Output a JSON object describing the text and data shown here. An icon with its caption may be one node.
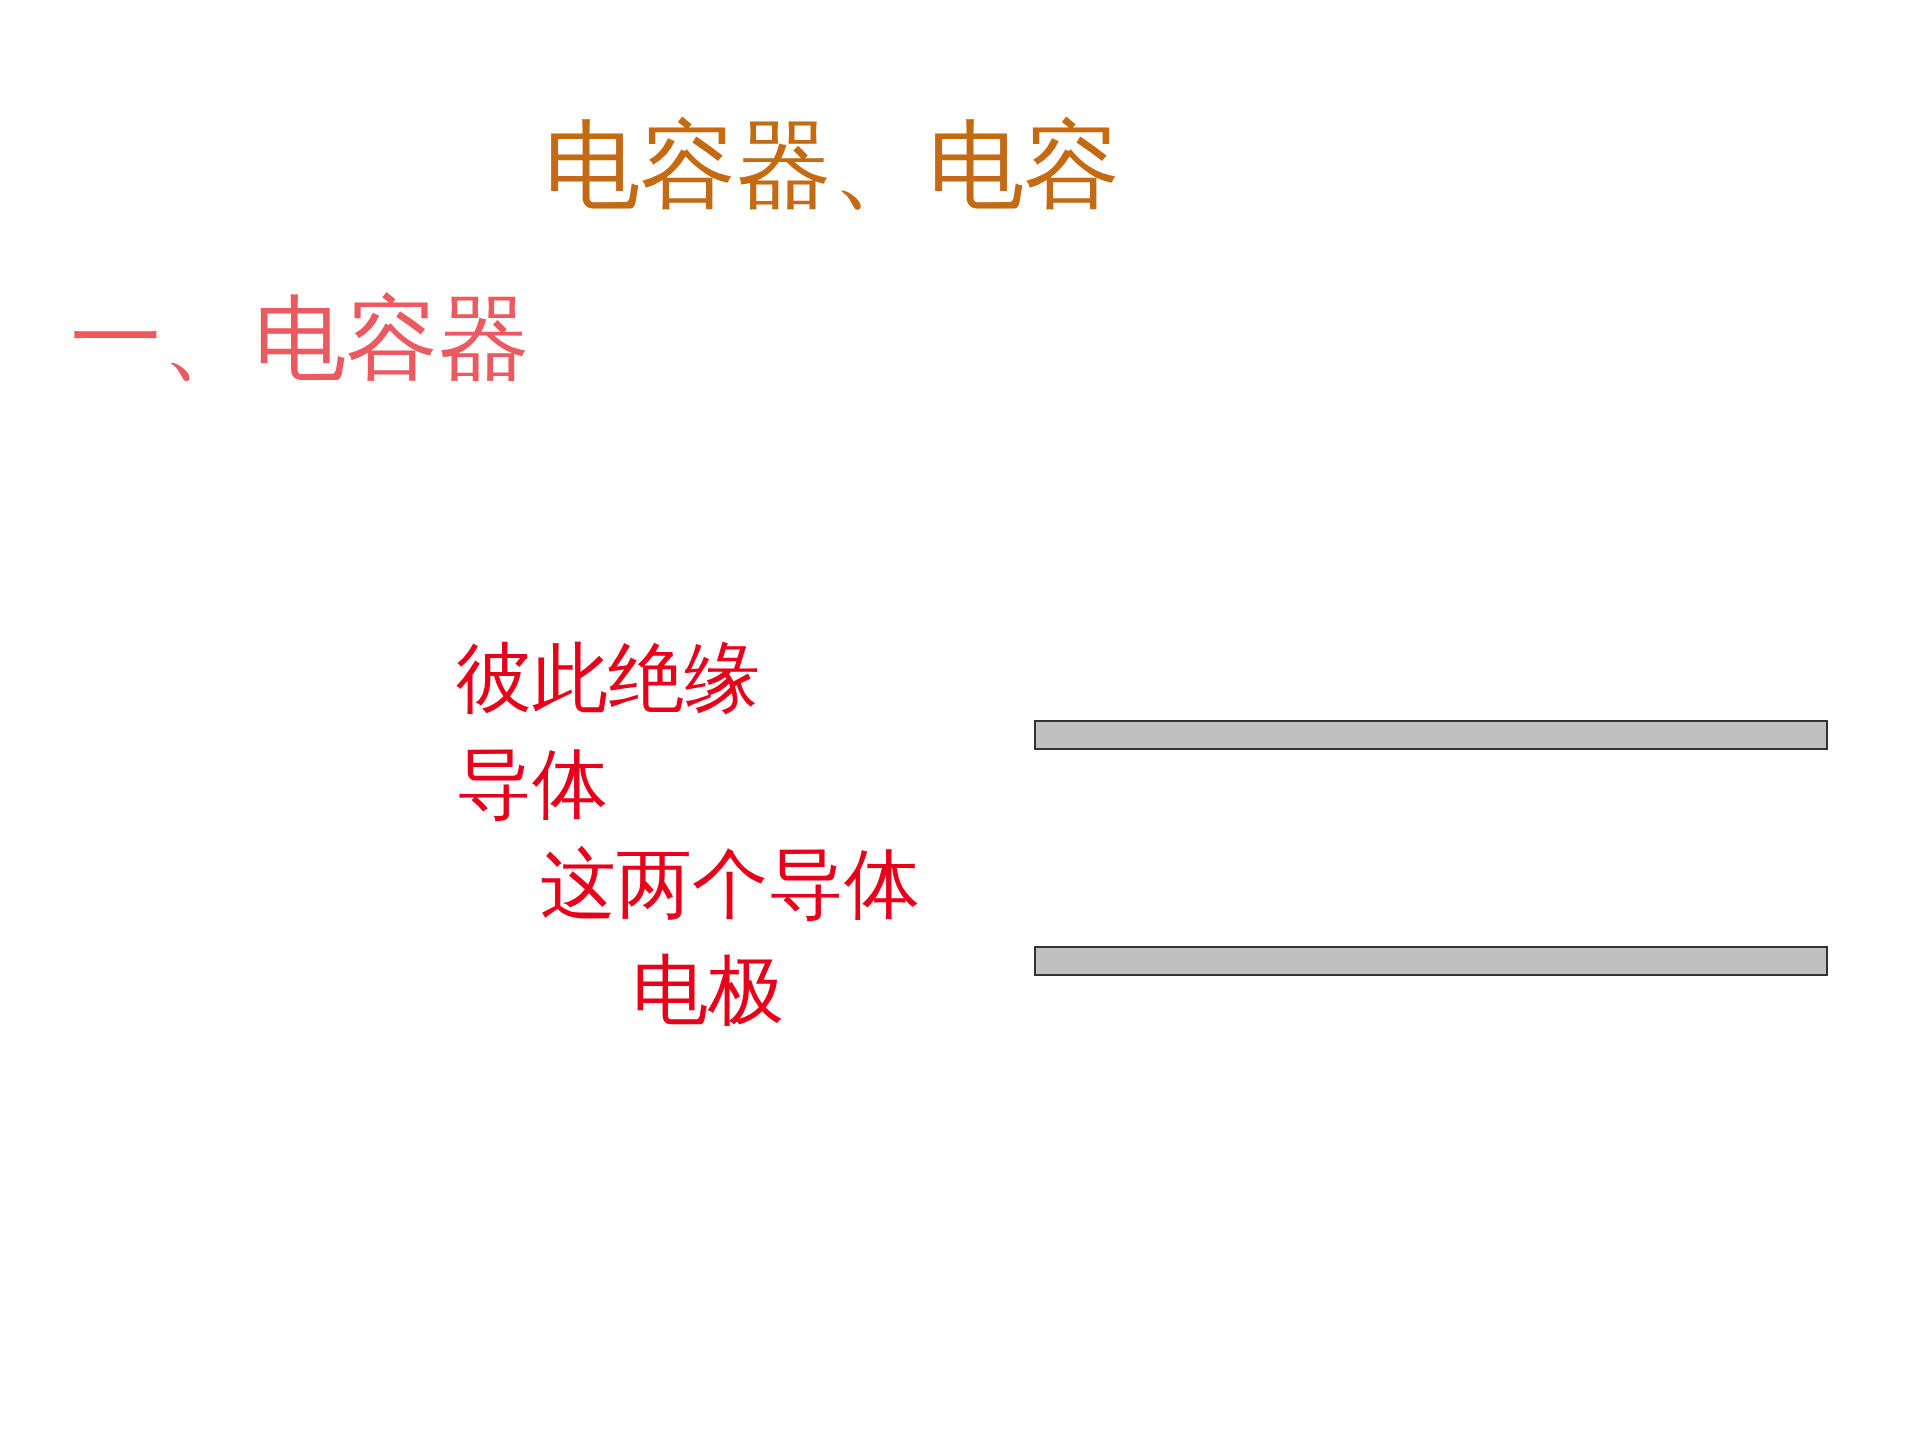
{
  "diagram": {
    "title": "电容器、电容",
    "labels": [
      "一、电容器",
      "彼此绝缘",
      "导体",
      "这两个导体",
      "电极"
    ]
  }
}
